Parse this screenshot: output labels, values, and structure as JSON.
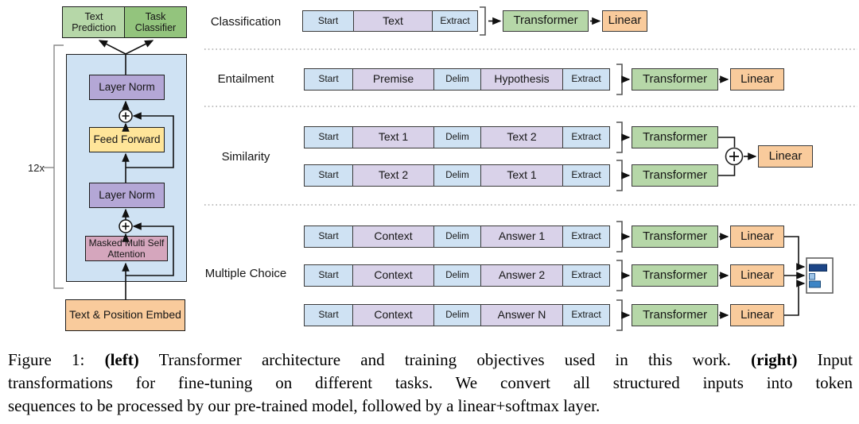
{
  "colors": {
    "token_blue": "#cfe2f3",
    "token_purple": "#d9d2e9",
    "transformer_green": "#b6d7a8",
    "classifier_green": "#93c47d",
    "linear_orange": "#f9cb9c",
    "block_purple": "#b4a7d6",
    "block_yellow": "#ffe599",
    "block_pink": "#d5a6bd",
    "panel_blue": "#cfe2f3",
    "softmax_bar_dark": "#1c4587",
    "softmax_bar_light": "#9fc5e8",
    "softmax_bar_mid": "#3d85c6"
  },
  "left_panel": {
    "repeat_label": "12x",
    "sum_symbol": "+",
    "output_heads": [
      {
        "label": "Text Prediction"
      },
      {
        "label": "Task Classifier"
      }
    ],
    "blocks": [
      {
        "label": "Layer Norm"
      },
      {
        "label": "Feed Forward"
      },
      {
        "label": "Layer Norm"
      },
      {
        "label": "Masked Multi Self Attention"
      },
      {
        "label": "Text & Position Embed"
      }
    ]
  },
  "right_panel": {
    "tasks": [
      {
        "label": "Classification",
        "tokens": [
          "Start",
          "Text",
          "Extract"
        ],
        "transformer": "Transformer",
        "linear": "Linear"
      },
      {
        "label": "Entailment",
        "tokens": [
          "Start",
          "Premise",
          "Delim",
          "Hypothesis",
          "Extract"
        ],
        "transformer": "Transformer",
        "linear": "Linear"
      },
      {
        "label": "Similarity",
        "row1_tokens": [
          "Start",
          "Text 1",
          "Delim",
          "Text 2",
          "Extract"
        ],
        "row2_tokens": [
          "Start",
          "Text 2",
          "Delim",
          "Text 1",
          "Extract"
        ],
        "transformer": "Transformer",
        "sum_symbol": "+",
        "linear": "Linear"
      },
      {
        "label": "Multiple Choice",
        "row1_tokens": [
          "Start",
          "Context",
          "Delim",
          "Answer 1",
          "Extract"
        ],
        "row2_tokens": [
          "Start",
          "Context",
          "Delim",
          "Answer 2",
          "Extract"
        ],
        "row3_tokens": [
          "Start",
          "Context",
          "Delim",
          "Answer N",
          "Extract"
        ],
        "transformer": "Transformer",
        "linear": "Linear"
      }
    ]
  },
  "caption": {
    "line1_pre": "Figure 1:  ",
    "line1_bold1": "(left)",
    "line1_mid": " Transformer architecture and training objectives used in this work.  ",
    "line1_bold2": "(right)",
    "line1_end": " Input",
    "line2": "transformations for fine-tuning on different tasks.  We convert all structured inputs into token",
    "line3": "sequences to be processed by our pre-trained model, followed by a linear+softmax layer."
  }
}
